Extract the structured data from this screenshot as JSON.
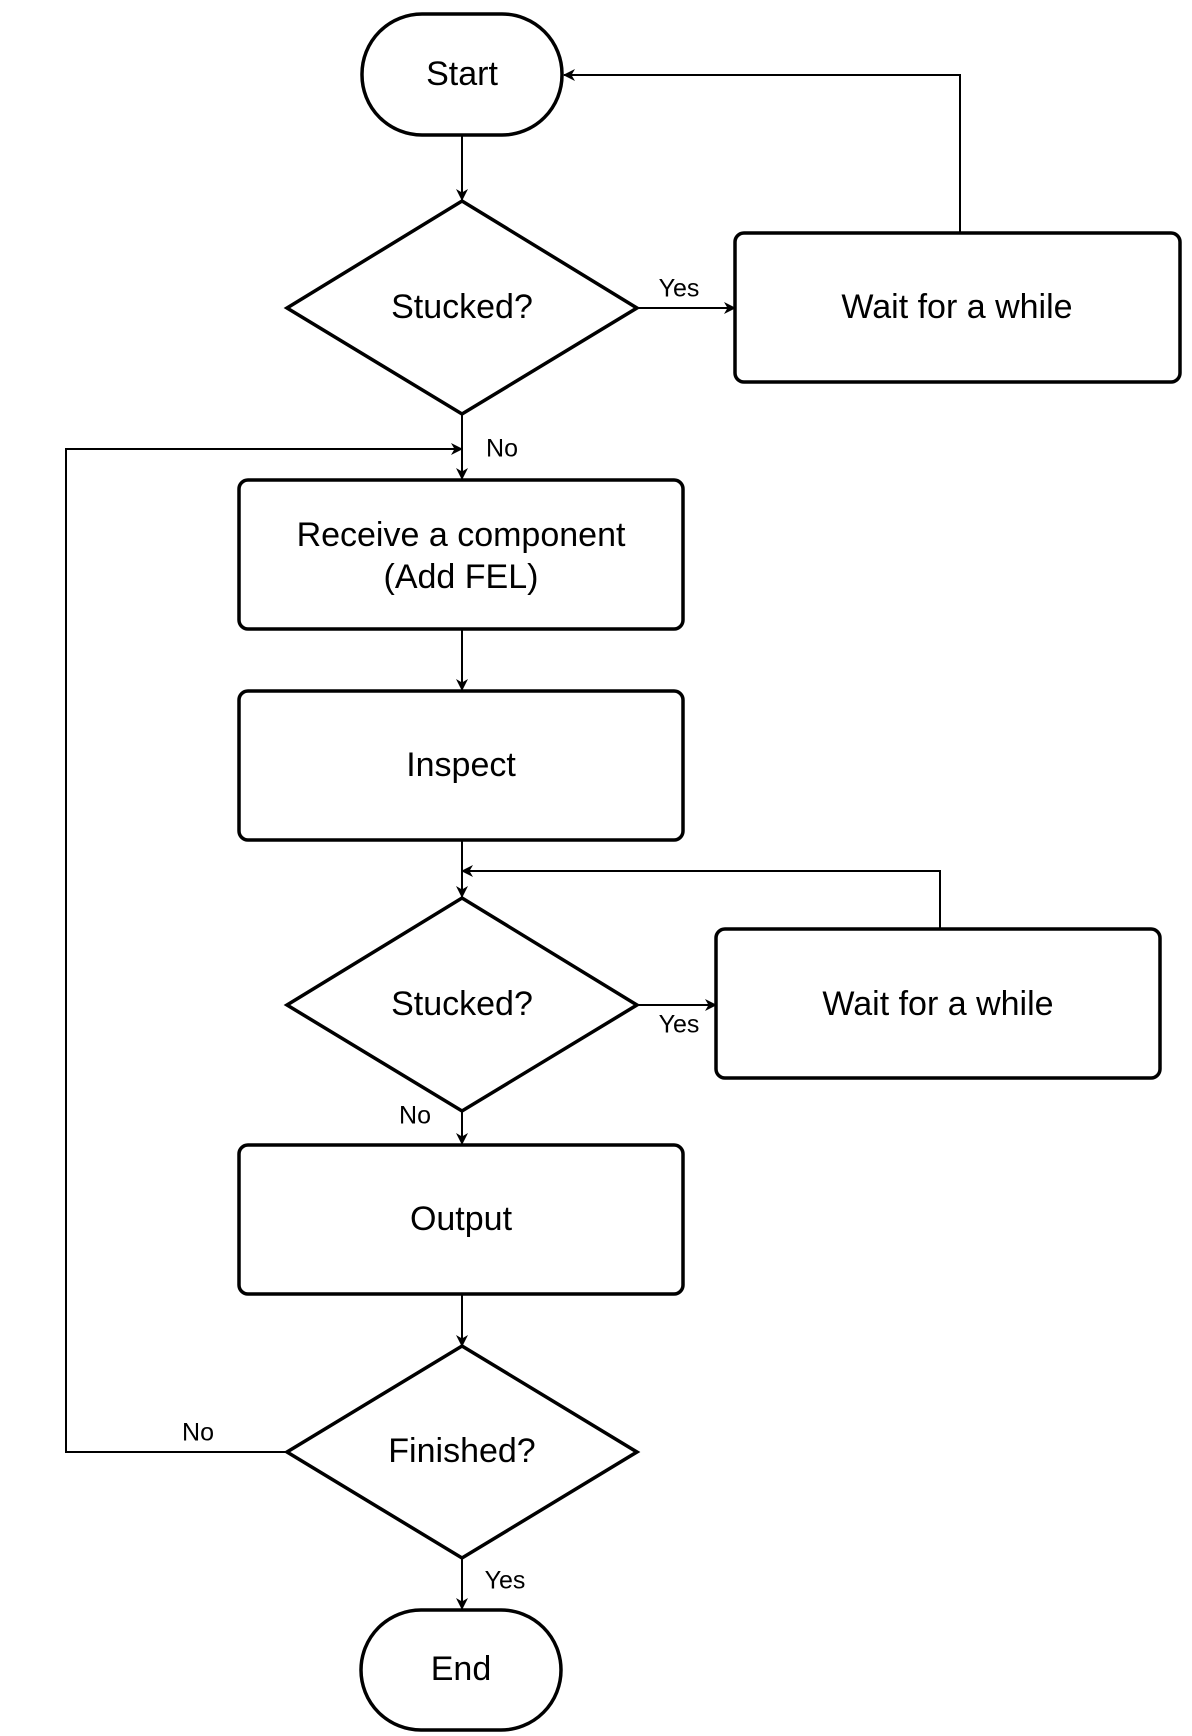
{
  "nodes": {
    "start": "Start",
    "stuck_1": "Stucked?",
    "wait_1": "Wait for a while",
    "receive_line1": "Receive a component",
    "receive_line2": "(Add FEL)",
    "inspect": "Inspect",
    "stuck_2": "Stucked?",
    "wait_2": "Wait for a while",
    "output": "Output",
    "finished": "Finished?",
    "end": "End"
  },
  "edges": {
    "stuck_1_yes": "Yes",
    "stuck_1_no": "No",
    "stuck_2_yes": "Yes",
    "stuck_2_no": "No",
    "finished_no": "No",
    "finished_yes": "Yes"
  }
}
